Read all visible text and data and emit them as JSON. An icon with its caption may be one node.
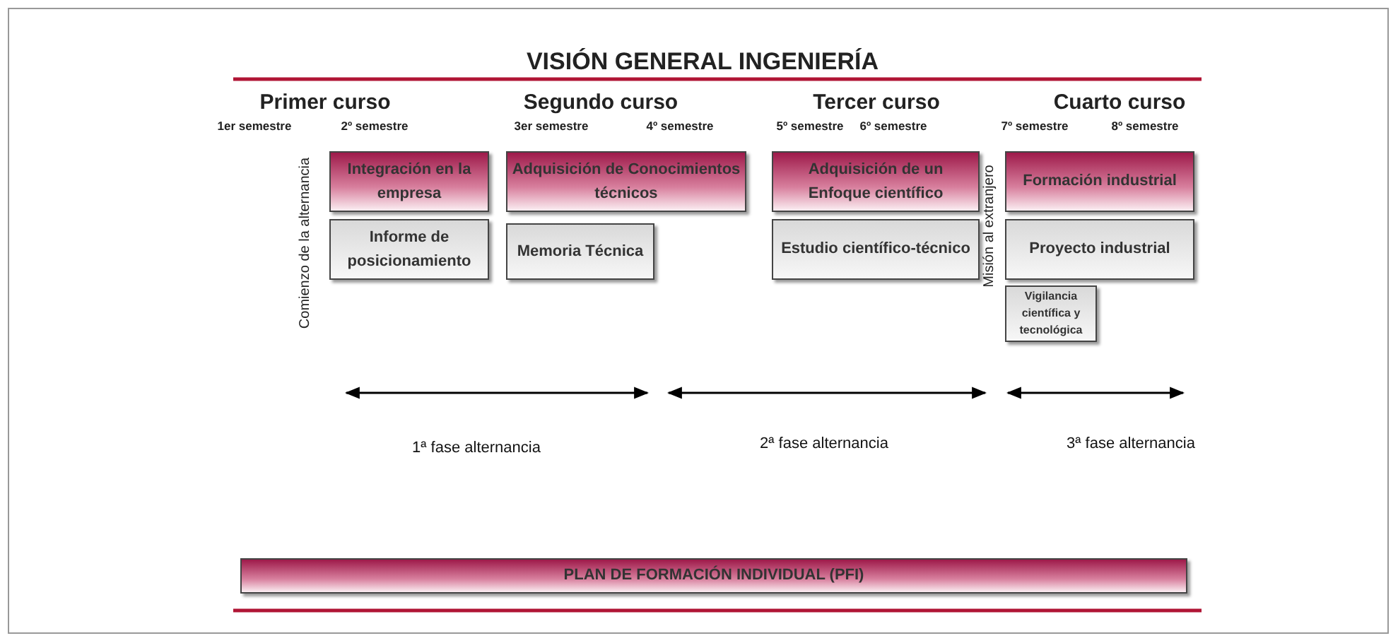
{
  "diagram": {
    "title": "VISIÓN GENERAL INGENIERÍA",
    "nodes": [
      {
        "text": [
          "Integración en la empresa"
        ]
      },
      {
        "text": [
          "Adquisición de Conocimientos técnicos"
        ]
      },
      {
        "text": [
          "Adquisición de un Enfoque científico"
        ]
      },
      {
        "text": [
          "Formación industrial"
        ]
      },
      {
        "text": [
          "Informe de posicionamiento"
        ]
      },
      {
        "text": [
          "Memoria Técnica"
        ]
      },
      {
        "text": [
          "Estudio científico-técnico"
        ]
      },
      {
        "text": [
          "Proyecto industrial"
        ]
      },
      {
        "text": [
          "Vigilancia científica y tecnológica"
        ]
      },
      {
        "text": [
          "PLAN DE FORMACIÓN INDIVIDUAL (PFI)"
        ]
      }
    ],
    "labels": [
      "Primer curso",
      "Segundo curso",
      "Tercer curso",
      "Cuarto curso",
      "1er semestre",
      "2º semestre",
      "3er semestre",
      "4º semestre",
      "5º semestre",
      "6º semestre",
      "7º semestre",
      "8º semestre",
      "Comienzo de la alternancia",
      "Misión al extranjero",
      "1ª fase alternancia",
      "2ª fase alternancia",
      "3ª fase alternancia"
    ]
  }
}
